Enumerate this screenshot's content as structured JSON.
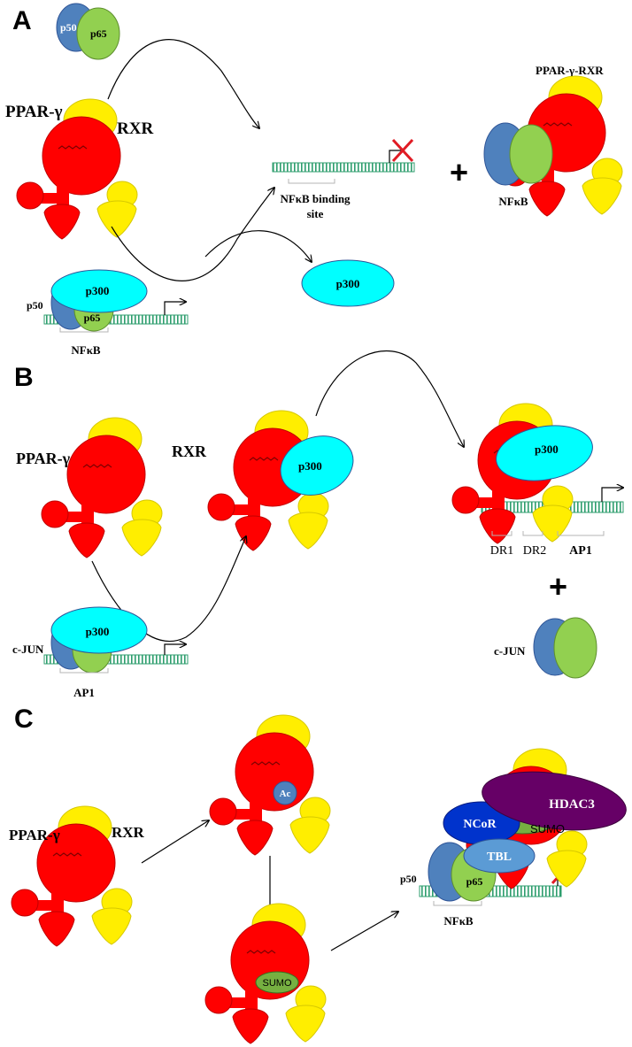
{
  "panels": {
    "a": "A",
    "b": "B",
    "c": "C"
  },
  "proteins": {
    "p50": "p50",
    "p65": "p65",
    "p300": "p300",
    "ppar_gamma": "PPAR-γ",
    "rxr": "RXR",
    "ppar_rxr": "PPAR-γ-RXR",
    "c_jun": "c-JUN",
    "ac": "Ac",
    "sumo": "SUMO",
    "sumo_cut": "SUMO",
    "ncor": "NCoR",
    "hdac3": "HDAC3",
    "tbl": "TBL"
  },
  "sites": {
    "nfkb": "NFκB",
    "nfkb_binding_line1": "NFκB binding",
    "nfkb_binding_line2": "site",
    "ap1": "AP1",
    "dr1": "DR1",
    "dr2": "DR2"
  },
  "symbols": {
    "plus": "+"
  },
  "colors": {
    "ppar": "#ff0000",
    "rxr": "#ffee00",
    "p50": "#4f81bd",
    "p65": "#92d050",
    "p300": "#00ffff",
    "ncor": "#0033cc",
    "hdac3": "#660066",
    "tbl": "#5b9bd5",
    "dna": "#2e9e6e",
    "block_x": "#e01b24"
  }
}
